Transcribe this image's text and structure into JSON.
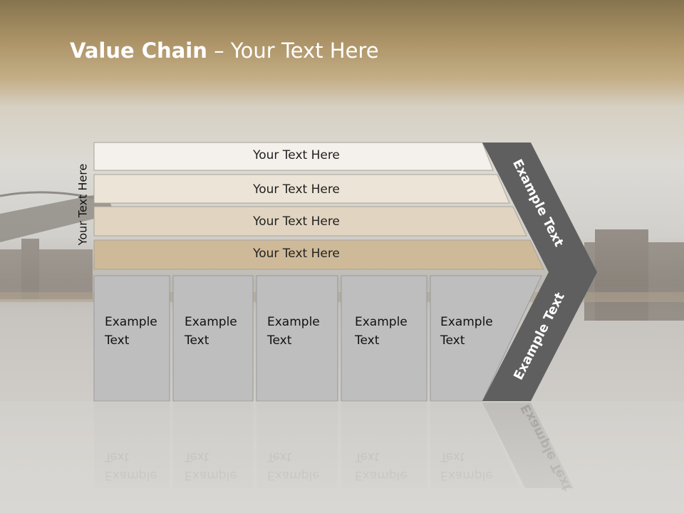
{
  "title": {
    "bold": "Value Chain",
    "rest": " – Your Text Here"
  },
  "side_label": "Your Text Here",
  "bars": [
    {
      "label": "Your Text Here",
      "color": "#f4f1ec"
    },
    {
      "label": "Your Text Here",
      "color": "#ece4d7"
    },
    {
      "label": "Your Text Here",
      "color": "#e1d5c1"
    },
    {
      "label": "Your Text Here",
      "color": "#ceba99"
    }
  ],
  "boxes": [
    {
      "line1": "Example",
      "line2": "Text"
    },
    {
      "line1": "Example",
      "line2": "Text"
    },
    {
      "line1": "Example",
      "line2": "Text"
    },
    {
      "line1": "Example",
      "line2": "Text"
    },
    {
      "line1": "Example",
      "line2": "Text"
    }
  ],
  "chevron": {
    "upper_label": "Example Text",
    "lower_label": "Example Text",
    "color": "#5f5f5f"
  },
  "colors": {
    "box_fill": "#bebebe",
    "box_border": "#9a9a9a",
    "title": "#ffffff"
  }
}
